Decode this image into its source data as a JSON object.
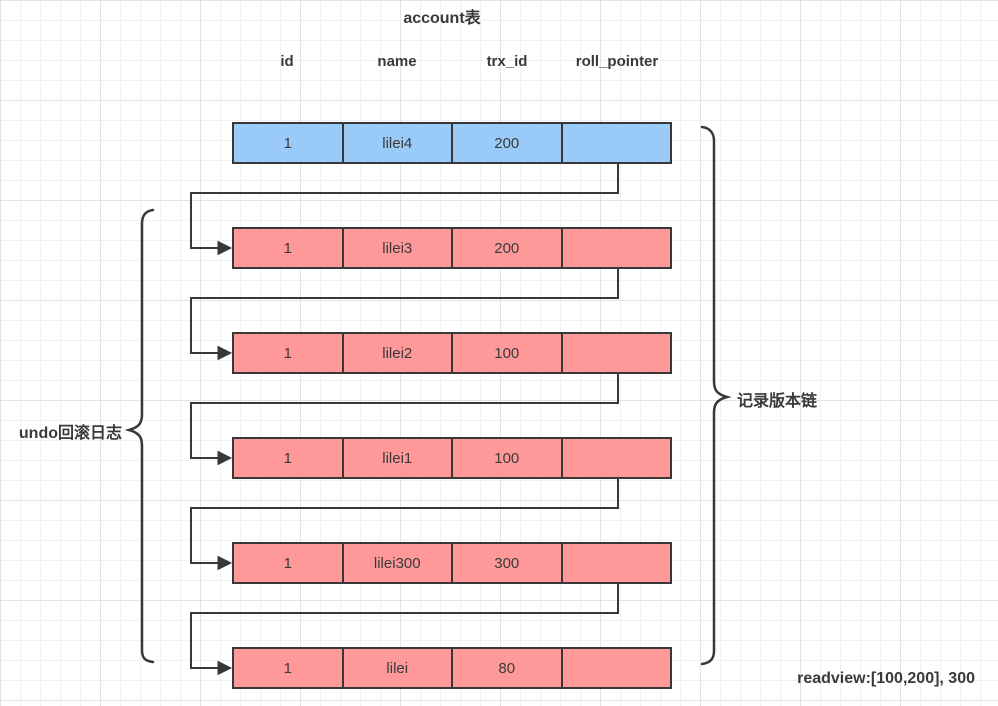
{
  "title": "account表",
  "columns": [
    "id",
    "name",
    "trx_id",
    "roll_pointer"
  ],
  "rows": [
    {
      "type": "current",
      "id": "1",
      "name": "lilei4",
      "trx_id": "200",
      "roll_pointer": ""
    },
    {
      "type": "undo",
      "id": "1",
      "name": "lilei3",
      "trx_id": "200",
      "roll_pointer": ""
    },
    {
      "type": "undo",
      "id": "1",
      "name": "lilei2",
      "trx_id": "100",
      "roll_pointer": ""
    },
    {
      "type": "undo",
      "id": "1",
      "name": "lilei1",
      "trx_id": "100",
      "roll_pointer": ""
    },
    {
      "type": "undo",
      "id": "1",
      "name": "lilei300",
      "trx_id": "300",
      "roll_pointer": ""
    },
    {
      "type": "undo",
      "id": "1",
      "name": "lilei",
      "trx_id": "80",
      "roll_pointer": ""
    }
  ],
  "labels": {
    "left_brace": "undo回滚日志",
    "right_brace": "记录版本链",
    "readview": "readview:[100,200], 300"
  },
  "colors": {
    "current_row_fill": "#9acbf8",
    "undo_row_fill": "#ff9898",
    "stroke": "#383838",
    "text": "#3a3a3a"
  }
}
